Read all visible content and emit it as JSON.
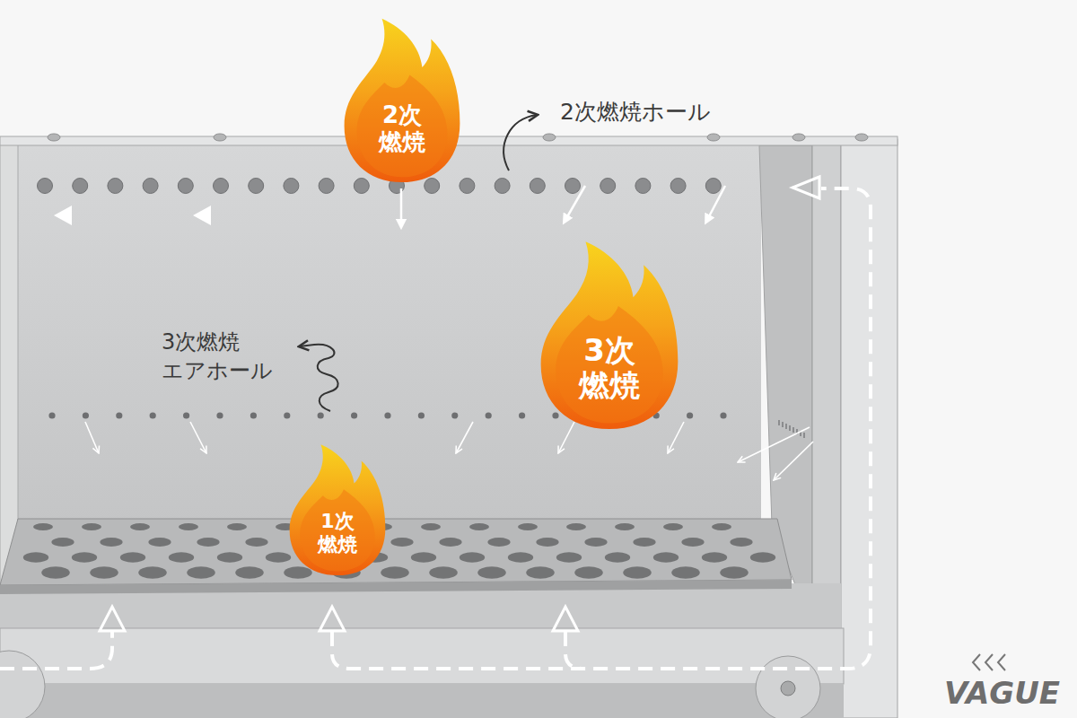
{
  "diagram": {
    "nodes": [
      {
        "text": [
          "2次 燃焼"
        ]
      },
      {
        "text": [
          "3次 燃焼"
        ]
      },
      {
        "text": [
          "1次 燃焼"
        ]
      }
    ],
    "labels": [
      "2次燃焼ホール",
      "3次燃焼 エアホール",
      "VAGUE"
    ]
  }
}
